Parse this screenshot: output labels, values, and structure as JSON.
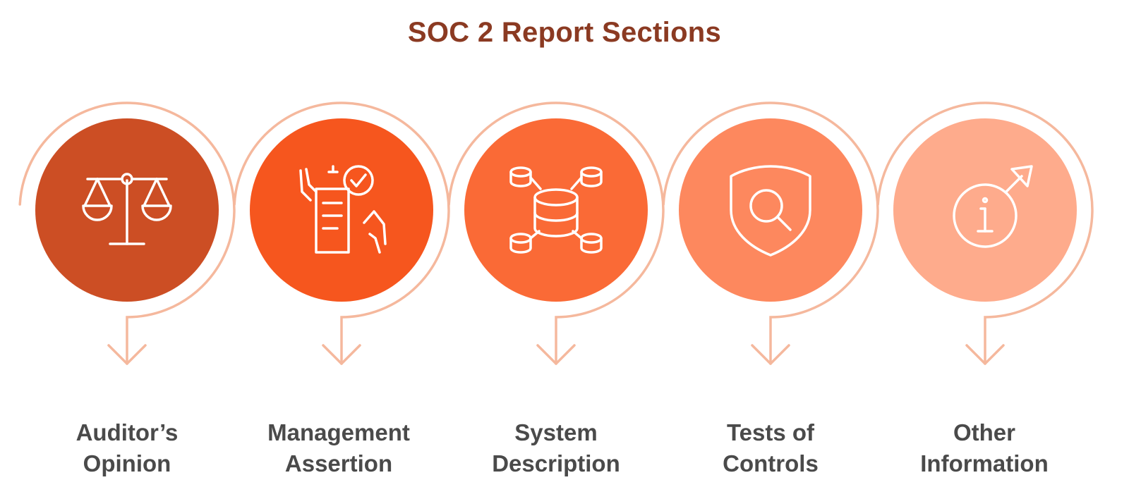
{
  "title": "SOC 2 Report Sections",
  "colors": {
    "title": "#8B3A22",
    "ring": "#F5B89D",
    "label": "#4a4a4a",
    "icon": "#ffffff"
  },
  "sections": [
    {
      "line1": "Auditor’s",
      "line2": "Opinion",
      "icon": "scales-icon",
      "color": "#CC4E24"
    },
    {
      "line1": "Management",
      "line2": "Assertion",
      "icon": "document-approval-icon",
      "color": "#F6561E"
    },
    {
      "line1": "System",
      "line2": "Description",
      "icon": "database-network-icon",
      "color": "#FA6A36"
    },
    {
      "line1": "Tests of",
      "line2": "Controls",
      "icon": "shield-search-icon",
      "color": "#FD885E"
    },
    {
      "line1": "Other",
      "line2": "Information",
      "icon": "info-arrow-icon",
      "color": "#FEAB8C"
    }
  ]
}
